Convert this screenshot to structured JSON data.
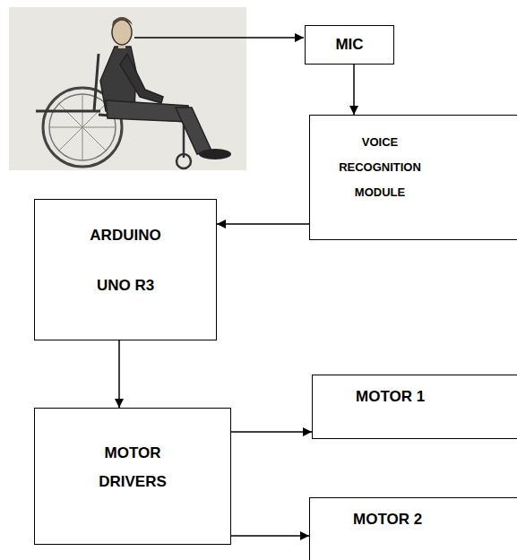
{
  "diagram": {
    "nodes": [
      {
        "text": [
          "MIC"
        ]
      },
      {
        "text": [
          "VOICE RECOGNITION MODULE"
        ]
      },
      {
        "text": [
          "ARDUINO UNO R3"
        ]
      },
      {
        "text": [
          "MOTOR DRIVERS"
        ]
      },
      {
        "text": [
          "MOTOR 1"
        ]
      },
      {
        "text": [
          "MOTOR 2"
        ]
      }
    ],
    "edges": [
      {
        "from": 0,
        "to": 1,
        "arrow": "to"
      },
      {
        "from": 1,
        "to": 2,
        "arrow": "to"
      },
      {
        "from": 2,
        "to": 3,
        "arrow": "to"
      },
      {
        "from": 3,
        "to": 4,
        "arrow": "to"
      },
      {
        "from": 3,
        "to": 5,
        "arrow": "to"
      }
    ]
  }
}
